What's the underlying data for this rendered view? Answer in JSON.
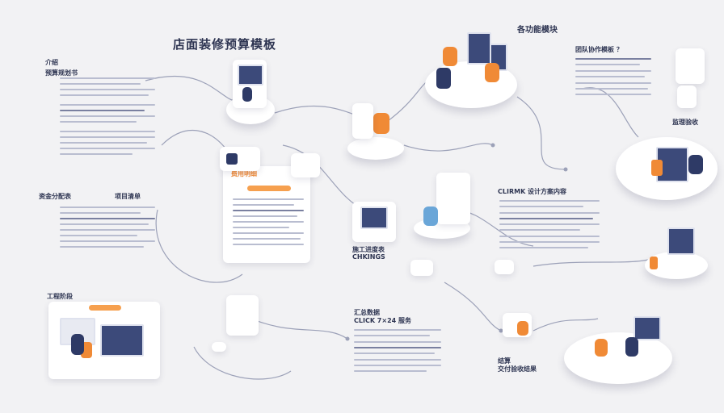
{
  "header": {
    "title": "店面装修预算模板"
  },
  "top_right": {
    "heading": "各功能模块",
    "subheading": "团队协作模板 ？"
  },
  "left_sections": [
    {
      "heading_line1": "介绍",
      "heading_line2": "预算规划书"
    },
    {
      "heading": "资金分配表",
      "tag": "项目清单"
    },
    {
      "heading": "工程阶段"
    }
  ],
  "center_card": {
    "heading": "费用明细",
    "button_label": "",
    "tag_line1": "施工进度表",
    "tag_line2": "CHKINGS"
  },
  "right_sections": [
    {
      "heading": "CLIRMK 设计方案内容"
    },
    {
      "heading": "监理验收"
    }
  ],
  "bottom_center": {
    "line1": "汇总数据",
    "line2": "CLICK  7×24 服务"
  },
  "bottom_right": {
    "line1": "结算",
    "line2": "交付验收结果"
  },
  "colors": {
    "accent": "#f08a36",
    "navy": "#2e3a66",
    "bg": "#f2f2f4",
    "line": "#b9bdd0"
  }
}
